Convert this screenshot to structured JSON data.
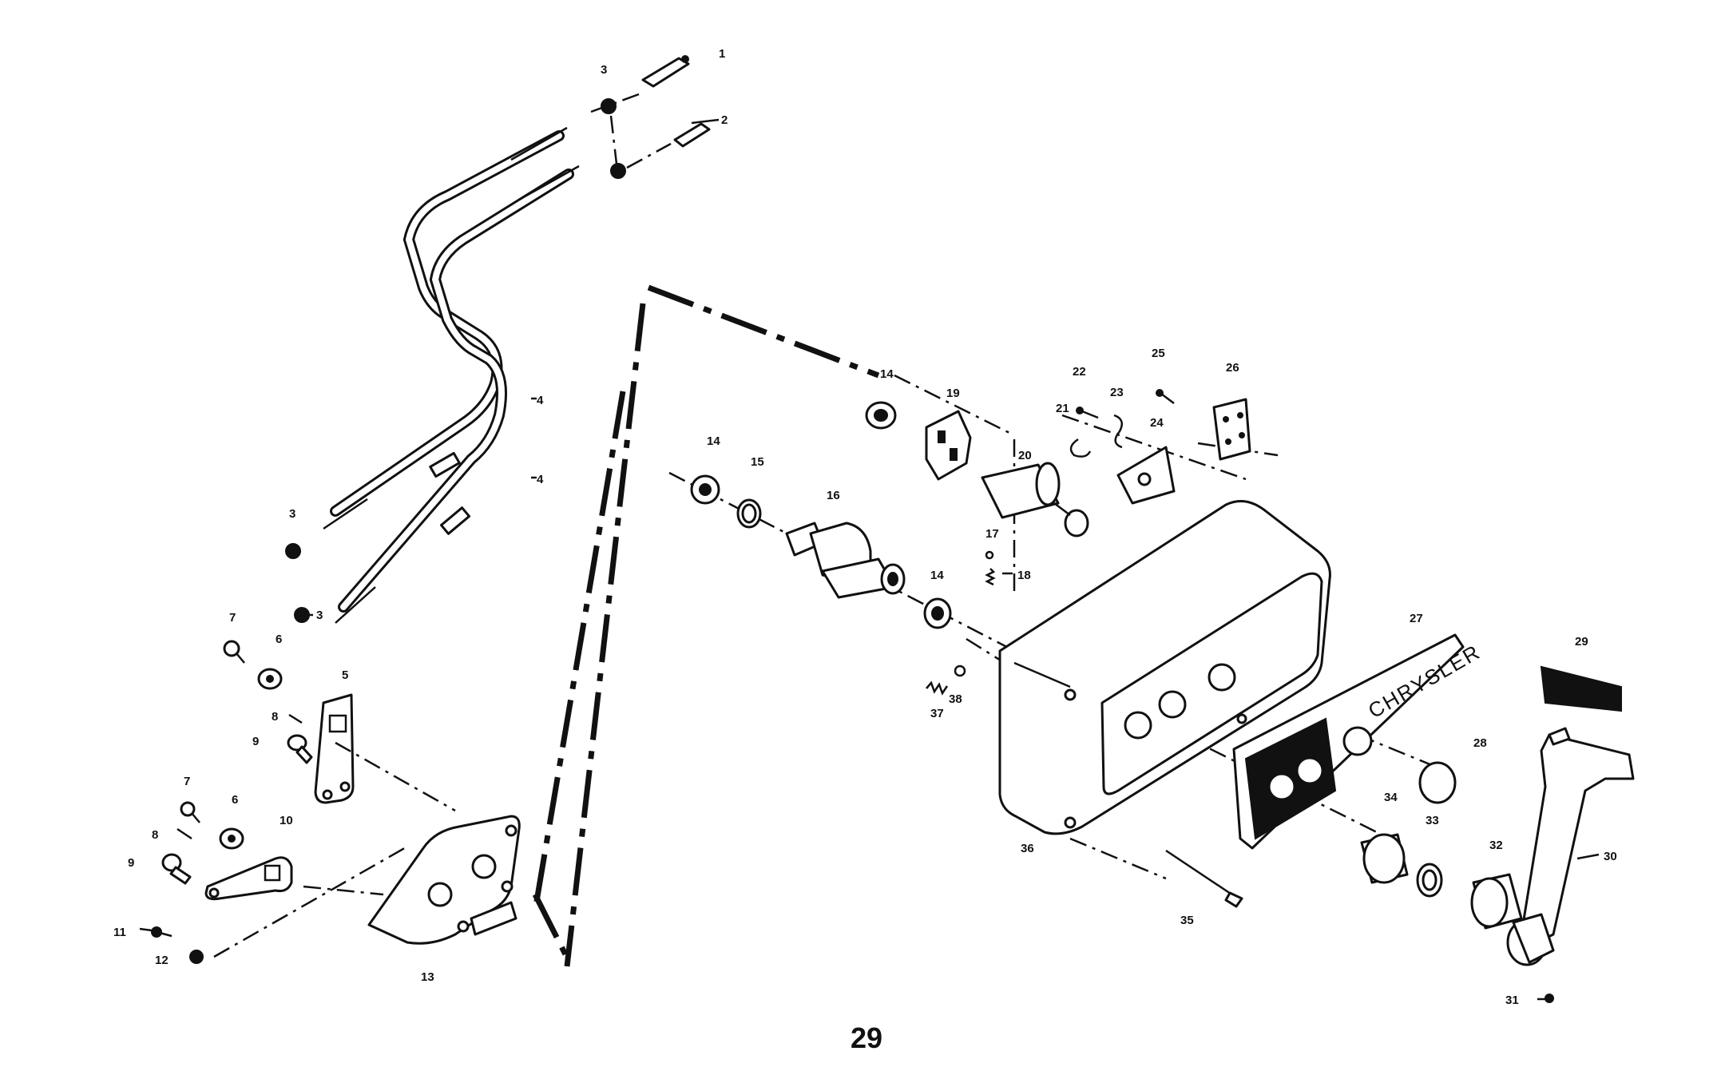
{
  "page_number": "29",
  "brand_text": "CHRYSLER",
  "callouts": {
    "c1": "1",
    "c2": "2",
    "c3a": "3",
    "c3b": "3",
    "c3c": "3",
    "c4a": "4",
    "c4b": "4",
    "c5": "5",
    "c6a": "6",
    "c6b": "6",
    "c7a": "7",
    "c7b": "7",
    "c8a": "8",
    "c8b": "8",
    "c9a": "9",
    "c9b": "9",
    "c10": "10",
    "c11": "11",
    "c12": "12",
    "c13": "13",
    "c14a": "14",
    "c14b": "14",
    "c14c": "14",
    "c15": "15",
    "c16": "16",
    "c17": "17",
    "c18": "18",
    "c19": "19",
    "c20": "20",
    "c21": "21",
    "c22": "22",
    "c23": "23",
    "c24": "24",
    "c25": "25",
    "c26": "26",
    "c27": "27",
    "c28": "28",
    "c29": "29",
    "c30": "30",
    "c31": "31",
    "c32": "32",
    "c33": "33",
    "c34": "34",
    "c35": "35",
    "c36": "36",
    "c37": "37",
    "c38": "38"
  }
}
